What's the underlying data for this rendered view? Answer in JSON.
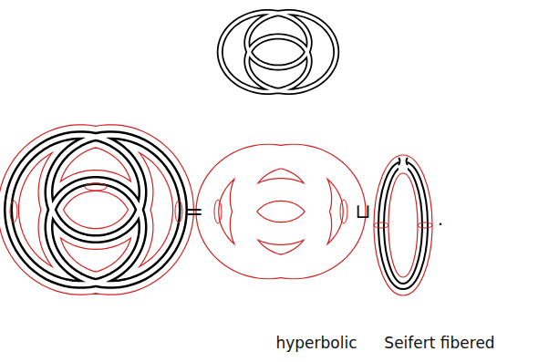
{
  "diagram": {
    "labels": [
      "=",
      "⊔",
      ".",
      "hyperbolic",
      "Seifert fibered"
    ]
  }
}
